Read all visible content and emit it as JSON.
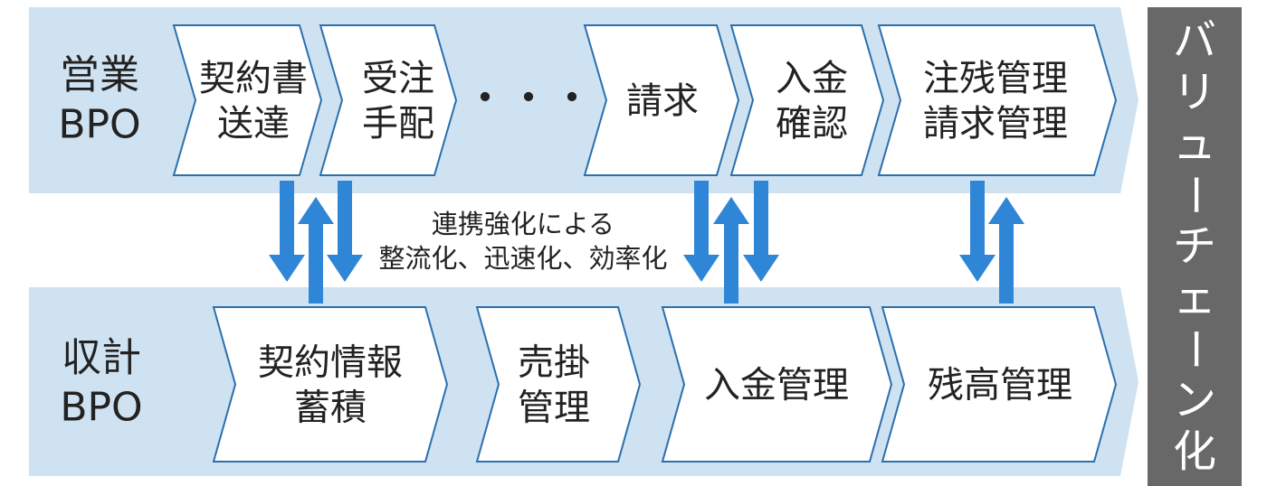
{
  "sales": {
    "label": [
      "営業",
      "BPO"
    ],
    "steps": [
      {
        "name": "contract-delivery",
        "lines": [
          "契約書",
          "送達"
        ]
      },
      {
        "name": "order-arrangement",
        "lines": [
          "受注",
          "手配"
        ]
      },
      {
        "name": "billing",
        "lines": [
          "請求"
        ]
      },
      {
        "name": "payment-confirmation",
        "lines": [
          "入金",
          "確認"
        ]
      },
      {
        "name": "backlog-billing-management",
        "lines": [
          "注残管理",
          "請求管理"
        ]
      }
    ],
    "ellipsis": "・・・"
  },
  "accounting": {
    "label": [
      "収計",
      "BPO"
    ],
    "steps": [
      {
        "name": "contract-info-accumulation",
        "lines": [
          "契約情報",
          "蓄積"
        ]
      },
      {
        "name": "receivables-management",
        "lines": [
          "売掛",
          "管理"
        ]
      },
      {
        "name": "payment-management",
        "lines": [
          "入金管理"
        ]
      },
      {
        "name": "balance-management",
        "lines": [
          "残高管理"
        ]
      }
    ]
  },
  "caption": [
    "連携強化による",
    "整流化、迅速化、効率化"
  ],
  "side_label": "バリューチェーン化",
  "colors": {
    "band": "#cfe2f1",
    "box_border": "#2a6fae",
    "arrow": "#2f86d6",
    "side_bar": "#686868"
  }
}
